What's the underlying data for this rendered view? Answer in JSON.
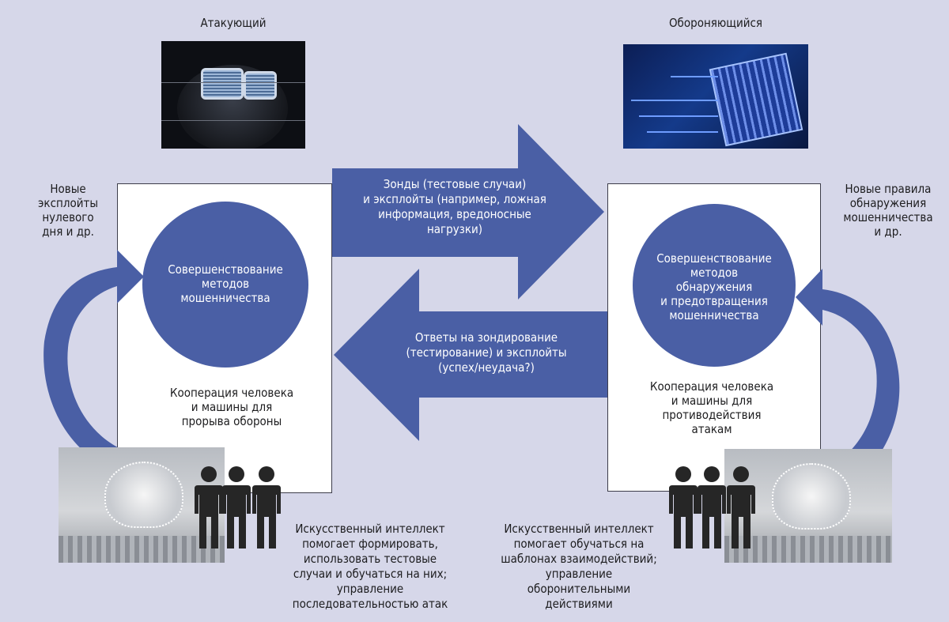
{
  "attacker": {
    "title": "Атакующий",
    "circle_text": "Совершенствование\nметодов\nмошенничества",
    "panel_text": "Кооперация человека\nи машины для\nпрорыва обороны",
    "side_text": "Новые\nэксплойты\nнулевого\nдня и др.",
    "ai_text": "Искусственный интеллект\nпомогает формировать,\nиспользовать тестовые\nслучаи и обучаться на них;\nуправление\nпоследовательностью атак"
  },
  "defender": {
    "title": "Обороняющийся",
    "circle_text": "Совершенствование\nметодов\nобнаружения\nи предотвращения\nмошенничества",
    "panel_text": "Кооперация человека\nи машины для\nпротиводействия\nатакам",
    "side_text": "Новые правила\nобнаружения\nмошенничества\nи др.",
    "ai_text": "Искусственный интеллект\nпомогает обучаться на\nшаблонах взаимодействий;\nуправление\nоборонительными\nдействиями"
  },
  "arrows": {
    "forward_text": "Зонды (тестовые случаи)\nи эксплойты (например, ложная\nинформация, вредоносные\nнагрузки)",
    "back_text": "Ответы на зондирование\n(тестирование) и эксплойты\n(успех/неудача?)"
  },
  "colors": {
    "background": "#d6d7e9",
    "accent": "#4a5fa5",
    "panel": "#ffffff",
    "figure": "#262626"
  }
}
